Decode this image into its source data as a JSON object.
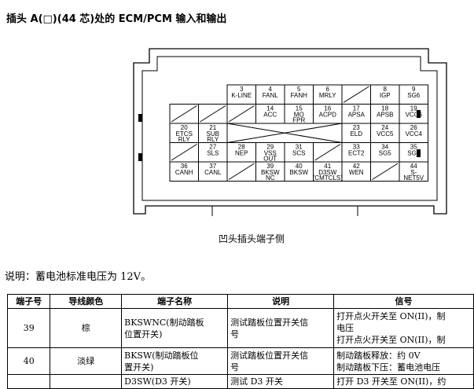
{
  "page": {
    "title": "插头 A(□)(44 芯)处的 ECM/PCM 输入和输出",
    "caption": "凹头插头端子侧",
    "note": "说明：蓄电池标准电压为 12V。"
  },
  "connector": {
    "pins": [
      {
        "num": "3",
        "label": "K-LINE"
      },
      {
        "num": "4",
        "label": "FANL"
      },
      {
        "num": "5",
        "label": "FANH"
      },
      {
        "num": "6",
        "label": "MRLY"
      },
      {
        "num": "8",
        "label": "IGP"
      },
      {
        "num": "9",
        "label": "SG6"
      },
      {
        "num": "14",
        "label": "ACC"
      },
      {
        "num": "15",
        "label": "MO\nFPR"
      },
      {
        "num": "16",
        "label": "ACPD"
      },
      {
        "num": "17",
        "label": "APSA"
      },
      {
        "num": "18",
        "label": "APSB"
      },
      {
        "num": "19",
        "label": "VCC6"
      },
      {
        "num": "20",
        "label": "ETCS\nRLY"
      },
      {
        "num": "21",
        "label": "SUB\nRLY"
      },
      {
        "num": "23",
        "label": "ELD"
      },
      {
        "num": "24",
        "label": "VCC5"
      },
      {
        "num": "26",
        "label": "VCC4"
      },
      {
        "num": "27",
        "label": "SLS"
      },
      {
        "num": "28",
        "label": "NEP"
      },
      {
        "num": "29",
        "label": "VSS\nOUT"
      },
      {
        "num": "31",
        "label": "SCS"
      },
      {
        "num": "33",
        "label": "ECT2"
      },
      {
        "num": "34",
        "label": "SG5"
      },
      {
        "num": "35",
        "label": "SG4"
      },
      {
        "num": "36",
        "label": "CANH"
      },
      {
        "num": "37",
        "label": "CANL"
      },
      {
        "num": "39",
        "label": "BKSW\nNC"
      },
      {
        "num": "40",
        "label": "BKSW"
      },
      {
        "num": "41",
        "label": "D3SW\n(CMTCLS)"
      },
      {
        "num": "42",
        "label": "WEN"
      },
      {
        "num": "44",
        "label": "S-\nNET5V"
      }
    ]
  },
  "table": {
    "headers": [
      "端子号",
      "导线颜色",
      "端子名称",
      "说明",
      "信号"
    ],
    "rows": [
      {
        "pin": "39",
        "color": "棕",
        "name": "BKSWNC(制动踏板\n位置开关)",
        "desc": "测试踏板位置开关信\n号",
        "signal": "打开点火开关至 ON(II)，制\n电压\n打开点火开关至 ON(II)，制"
      },
      {
        "pin": "40",
        "color": "淡绿",
        "name": "BKSW(制动踏板位\n置开关)",
        "desc": "测试踏板位置开关信\n号",
        "signal": "制动踏板释放：约 0V\n制动踏板下压：蓄电池电压"
      },
      {
        "pin": "",
        "color": "",
        "name": "D3SW(D3 开关)",
        "desc": "测试 D3 开关",
        "signal": "打开 D3 开关至 ON(II)，约"
      }
    ]
  }
}
